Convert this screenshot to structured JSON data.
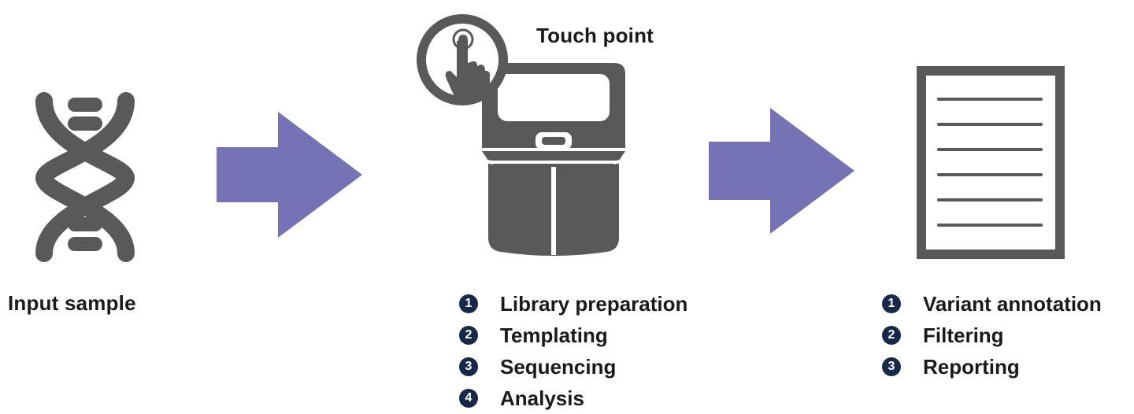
{
  "input": {
    "label": "Input sample",
    "icon": "dna-icon"
  },
  "arrows": {
    "color": "#7672b6"
  },
  "instrument": {
    "icon": "sequencer-icon",
    "touch_icon": "touch-hand-icon",
    "touch_label": "Touch point",
    "steps": [
      {
        "number": "1",
        "label": "Library preparation"
      },
      {
        "number": "2",
        "label": "Templating"
      },
      {
        "number": "3",
        "label": "Sequencing"
      },
      {
        "number": "4",
        "label": "Analysis"
      }
    ]
  },
  "report": {
    "icon": "document-icon",
    "steps": [
      {
        "number": "1",
        "label": "Variant annotation"
      },
      {
        "number": "2",
        "label": "Filtering"
      },
      {
        "number": "3",
        "label": "Reporting"
      }
    ]
  },
  "colors": {
    "icon_gray": "#58595b",
    "arrow_purple": "#7672b6",
    "badge_navy": "#17284a"
  }
}
